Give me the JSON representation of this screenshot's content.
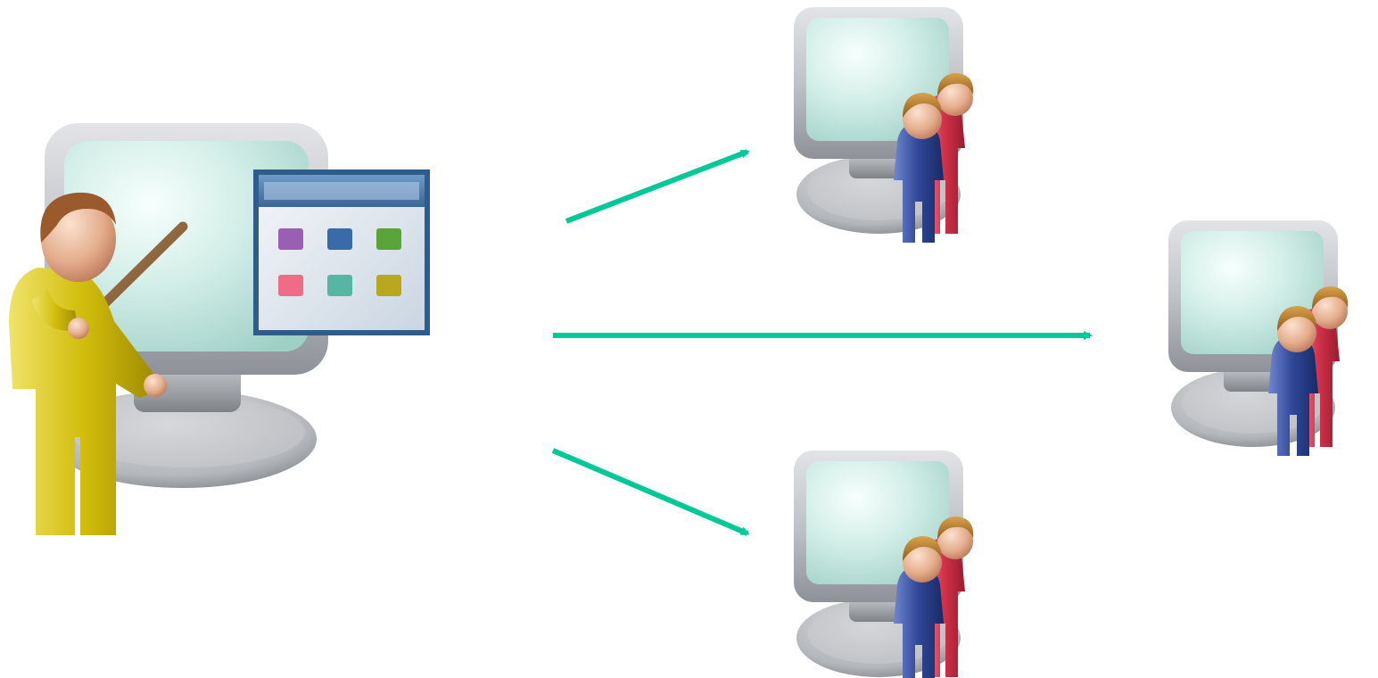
{
  "diagram": {
    "type": "one-to-many broadcast",
    "arrow_color": "#00c896",
    "nodes": [
      {
        "id": "presenter",
        "icon": "presenter-computer-icon",
        "role": "source"
      },
      {
        "id": "audience-top",
        "icon": "audience-computer-icon",
        "role": "target"
      },
      {
        "id": "audience-right",
        "icon": "audience-computer-icon",
        "role": "target"
      },
      {
        "id": "audience-bottom",
        "icon": "audience-computer-icon",
        "role": "target"
      }
    ],
    "edges": [
      {
        "from": "presenter",
        "to": "audience-top"
      },
      {
        "from": "presenter",
        "to": "audience-right"
      },
      {
        "from": "presenter",
        "to": "audience-bottom"
      }
    ],
    "colors": {
      "presenter_body": "#c8b400",
      "audience_front_body": "#2d4591",
      "audience_back_body": "#d2324a",
      "screen": "#cdebe4",
      "monitor_frame": "#b9bcc1",
      "window_header": "#3f6ea1"
    }
  }
}
